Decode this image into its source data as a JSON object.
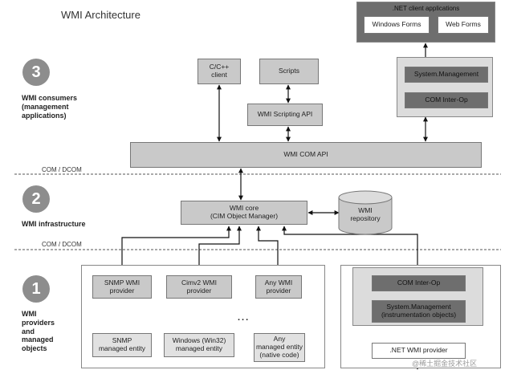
{
  "title": "WMI Architecture",
  "layers": {
    "consumers": {
      "number": "3",
      "label": "WMI consumers\n(management\napplications)"
    },
    "infrastructure": {
      "number": "2",
      "label": "WMI infrastructure"
    },
    "providers": {
      "number": "1",
      "label": "WMI\nproviders\nand\nmanaged\nobjects"
    }
  },
  "separators": {
    "top": "COM / DCOM",
    "bottom": "COM / DCOM"
  },
  "consumers": {
    "cpp_client": "C/C++\nclient",
    "scripts": "Scripts",
    "scripting_api": "WMI Scripting API",
    "com_api": "WMI COM API"
  },
  "dotnet_client": {
    "header": ".NET client applications",
    "windows_forms": "Windows Forms",
    "web_forms": "Web Forms",
    "system_management": "System.Management",
    "com_interop": "COM Inter-Op"
  },
  "infrastructure": {
    "core": "WMI core\n(CIM Object Manager)",
    "repository": "WMI\nrepository"
  },
  "providers": {
    "snmp": "SNMP WMI\nprovider",
    "cimv2": "Cimv2 WMI\nprovider",
    "any": "Any WMI\nprovider",
    "ellipsis": "...",
    "snmp_entity": "SNMP\nmanaged entity",
    "win32_entity": "Windows (Win32)\nmanaged entity",
    "any_entity": "Any\nmanaged entity\n(native code)"
  },
  "dotnet_provider": {
    "com_interop": "COM Inter-Op",
    "system_management": "System.Management\n(instrumentation objects)",
    "wmi_provider": ".NET WMI provider"
  },
  "watermark": "@稀土掘金技术社区"
}
